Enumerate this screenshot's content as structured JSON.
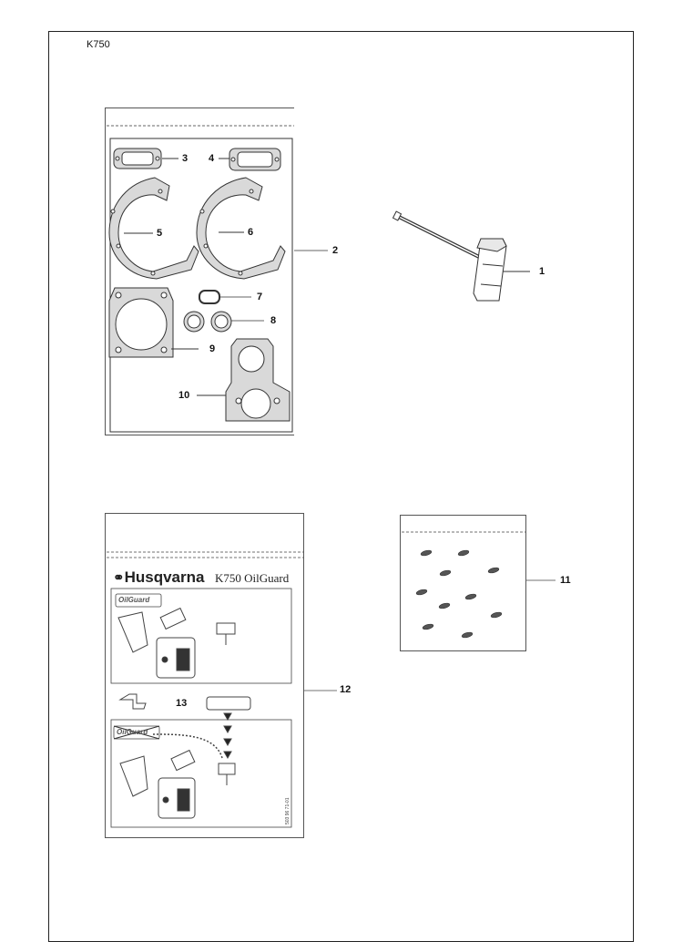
{
  "header": {
    "model": "K750"
  },
  "callouts": {
    "c1": "1",
    "c2": "2",
    "c3": "3",
    "c4": "4",
    "c5": "5",
    "c6": "6",
    "c7": "7",
    "c8": "8",
    "c9": "9",
    "c10": "10",
    "c11": "11",
    "c12": "12",
    "c13": "13"
  },
  "decal": {
    "brand": "Husqvarna",
    "product": "K750 OilGuard",
    "badge": "OilGuard",
    "code": "503 96 71-01"
  },
  "colors": {
    "line": "#222222",
    "gasket_fill": "#d9d9d9",
    "frame": "#222222"
  }
}
